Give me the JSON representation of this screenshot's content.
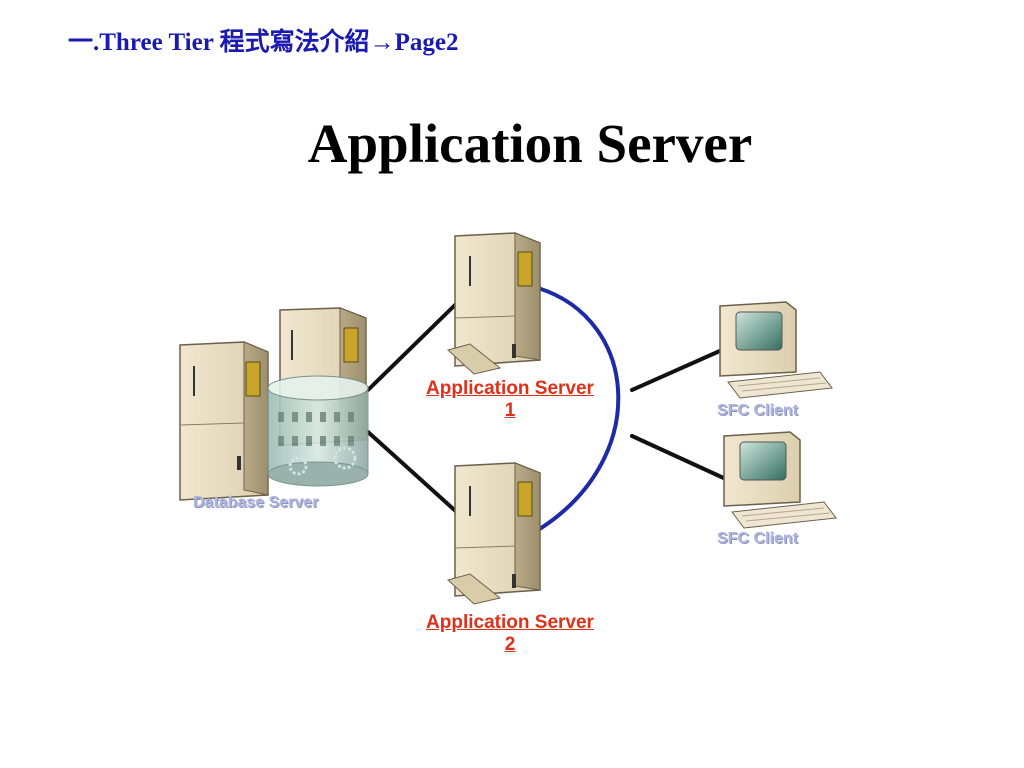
{
  "header": {
    "prefix": "一.Three Tier 程式寫法介紹",
    "arrow": "→",
    "suffix": "Page2"
  },
  "title": "Application Server",
  "nodes": {
    "database_server": "Database Server",
    "app_server_1": {
      "line1": "Application Server",
      "line2": "1"
    },
    "app_server_2": {
      "line1": "Application Server",
      "line2": "2"
    },
    "sfc_client_1": "SFC Client",
    "sfc_client_2": "SFC Client"
  },
  "colors": {
    "header": "#1a1ab0",
    "app_label": "#e0301a",
    "ghost_label": "#aeb4dc",
    "server_beige": "#e8dcc0",
    "cluster_arc": "#1e2aa8",
    "connector": "#111111"
  }
}
